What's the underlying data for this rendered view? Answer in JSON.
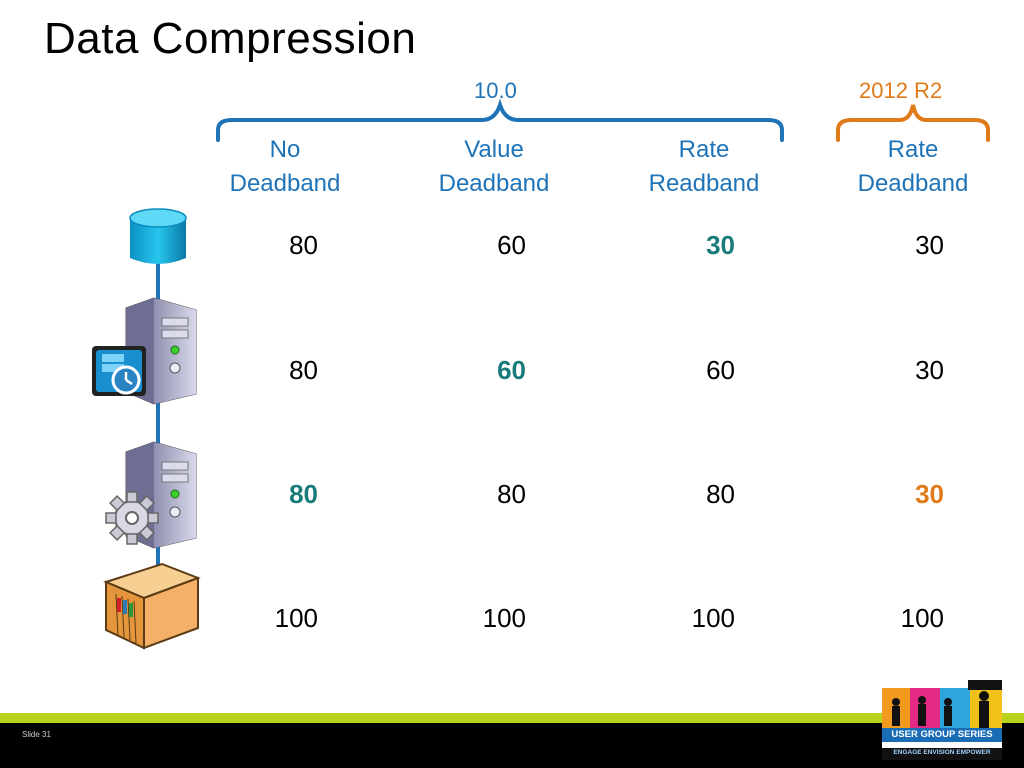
{
  "title": "Data Compression",
  "groups": {
    "v10": "10.0",
    "r2": "2012 R2"
  },
  "colors": {
    "blue": "#1f73b7",
    "orange": "#e07b1a",
    "teal": "#1a7b7b",
    "green_bar": "#b9d21d"
  },
  "columns": [
    {
      "line1": "No",
      "line2": "Deadband"
    },
    {
      "line1": "Value",
      "line2": "Deadband"
    },
    {
      "line1": "Rate",
      "line2": "Readband"
    },
    {
      "line1": "Rate",
      "line2": "Deadband"
    }
  ],
  "rows": [
    {
      "tier": "database-icon",
      "values": [
        "80",
        "60",
        "30",
        "30"
      ]
    },
    {
      "tier": "historian-server-icon",
      "values": [
        "80",
        "60",
        "60",
        "30"
      ]
    },
    {
      "tier": "app-server-gear-icon",
      "values": [
        "80",
        "80",
        "80",
        "30"
      ]
    },
    {
      "tier": "plc-rack-icon",
      "values": [
        "100",
        "100",
        "100",
        "100"
      ]
    }
  ],
  "footer": {
    "slide": "Slide 31",
    "logo_lines": [
      "USER GROUP SERIES",
      "ENGAGE ENVISION EMPOWER"
    ]
  }
}
